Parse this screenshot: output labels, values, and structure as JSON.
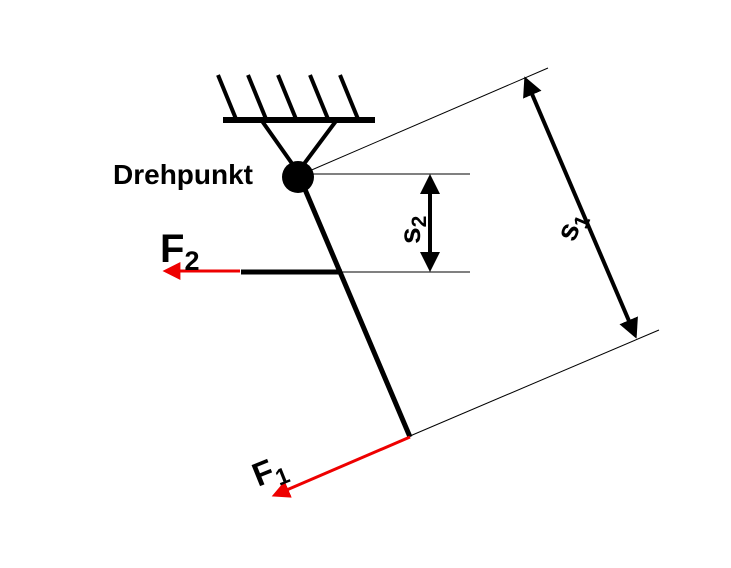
{
  "labels": {
    "pivot": "Drehpunkt",
    "f2_main": "F",
    "f2_sub": "2",
    "f1_main": "F",
    "f1_sub": "1",
    "s2_main": "s",
    "s2_sub": "2",
    "s1_main": "s",
    "s1_sub": "1"
  },
  "colors": {
    "force": "#ee0000",
    "structure": "#000000"
  }
}
